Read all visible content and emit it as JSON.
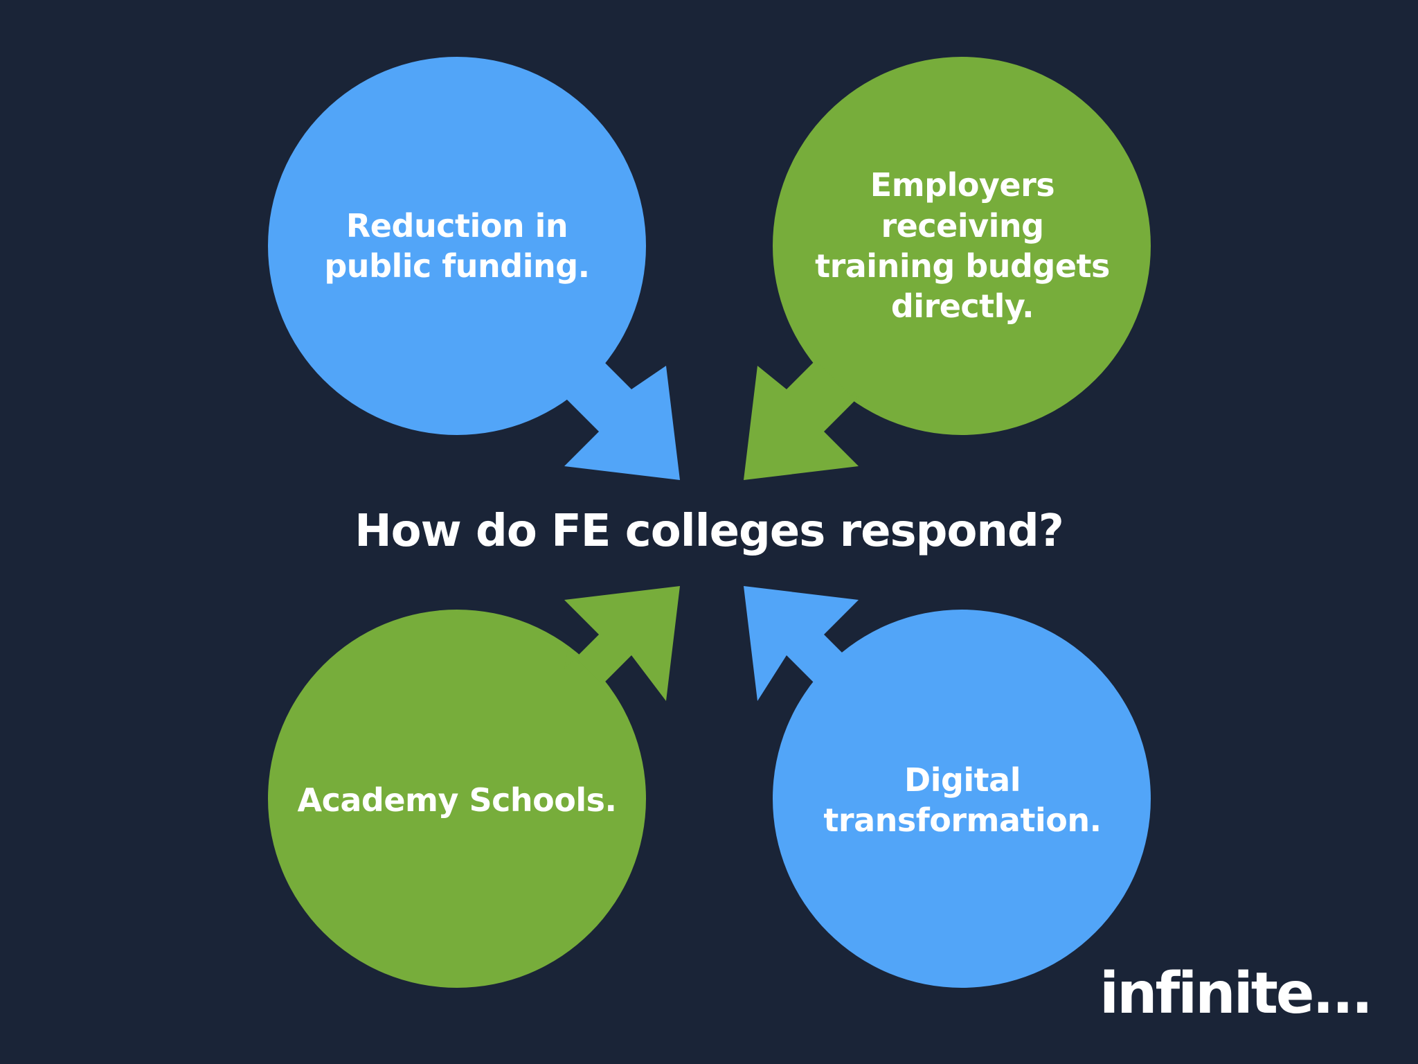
{
  "colors": {
    "background": "#1a2437",
    "blue": "#52a5f8",
    "green": "#77ad3b",
    "text": "#ffffff"
  },
  "center_question": "How do FE colleges respond?",
  "nodes": [
    {
      "id": "top-left",
      "color": "blue",
      "text": "Reduction in\npublic funding."
    },
    {
      "id": "top-right",
      "color": "green",
      "text": "Employers\nreceiving\ntraining budgets\ndirectly."
    },
    {
      "id": "bottom-left",
      "color": "green",
      "text": "Academy Schools."
    },
    {
      "id": "bottom-right",
      "color": "blue",
      "text": "Digital\ntransformation."
    }
  ],
  "logo": "infinite..."
}
